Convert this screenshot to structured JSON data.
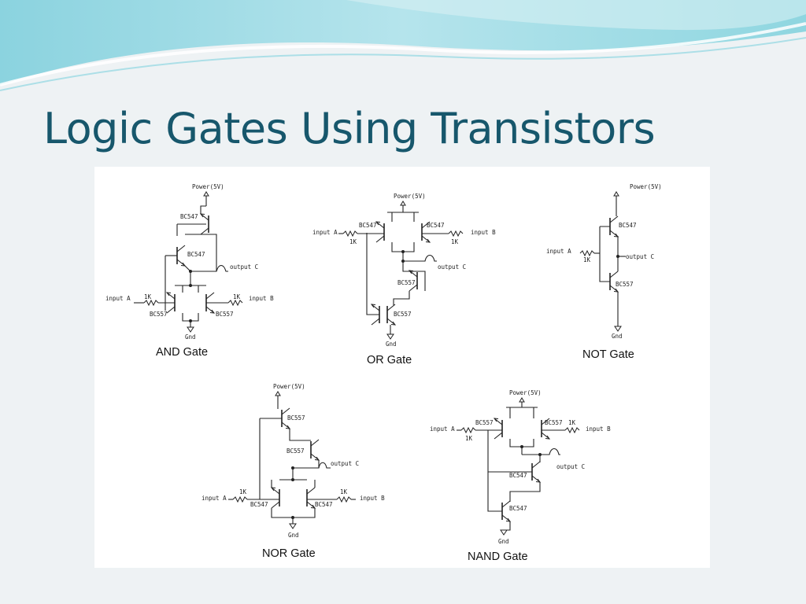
{
  "slide": {
    "title": "Logic Gates Using Transistors",
    "accent_color": "#17576c",
    "wave_colors": [
      "#7fd0dc",
      "#bfe7ee",
      "#9adde6"
    ]
  },
  "circuits": {
    "and_gate": {
      "caption": "AND Gate",
      "power": "Power(5V)",
      "gnd": "Gnd",
      "t_top": "BC547",
      "t_mid": "BC547",
      "t_left": "BC557",
      "t_right": "BC557",
      "output": "output C",
      "input_a": "input A",
      "input_b": "input B",
      "res_a": "1K",
      "res_b": "1K"
    },
    "or_gate": {
      "caption": "OR Gate",
      "power": "Power(5V)",
      "gnd": "Gnd",
      "t_left": "BC547",
      "t_right": "BC547",
      "t_mid": "BC557",
      "t_bottom": "BC557",
      "output": "output C",
      "input_a": "input A",
      "input_b": "input B",
      "res_a": "1K",
      "res_b": "1K"
    },
    "not_gate": {
      "caption": "NOT Gate",
      "power": "Power(5V)",
      "gnd": "Gnd",
      "t_top": "BC547",
      "t_bottom": "BC557",
      "output": "output C",
      "input_a": "input A",
      "res_a": "1K"
    },
    "nor_gate": {
      "caption": "NOR Gate",
      "power": "Power(5V)",
      "gnd": "Gnd",
      "t_top": "BC557",
      "t_mid": "BC557",
      "t_left": "BC547",
      "t_right": "BC547",
      "output": "output C",
      "input_a": "input A",
      "input_b": "input B",
      "res_a": "1K",
      "res_b": "1K"
    },
    "nand_gate": {
      "caption": "NAND Gate",
      "power": "Power(5V)",
      "gnd": "Gnd",
      "t_left": "BC557",
      "t_right": "BC557",
      "t_mid": "BC547",
      "t_bottom": "BC547",
      "output": "output C",
      "input_a": "input A",
      "input_b": "input B",
      "res_a": "1K",
      "res_b": "1K"
    }
  }
}
